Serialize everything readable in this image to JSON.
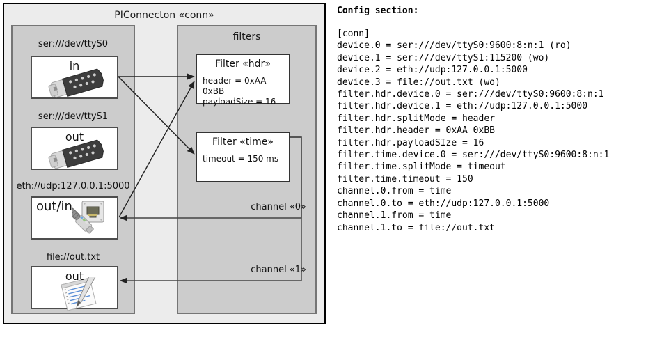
{
  "diagram": {
    "outer": {
      "title": "PIConnecton «conn»"
    },
    "devices_panel": {
      "title": "",
      "items": [
        {
          "label": "ser:///dev/ttyS0",
          "io": "in",
          "icon": "serial-port-icon"
        },
        {
          "label": "ser:///dev/ttyS1",
          "io": "out",
          "icon": "serial-port-icon"
        },
        {
          "label": "eth://udp:127.0.0.1:5000",
          "io": "out/in",
          "icon": "ethernet-jack-icon"
        },
        {
          "label": "file://out.txt",
          "io": "out",
          "icon": "text-file-icon"
        }
      ]
    },
    "filters_panel": {
      "title": "filters",
      "items": [
        {
          "title": "Filter «hdr»",
          "props": [
            "header = 0xAA 0xBB",
            "payloadSize = 16"
          ]
        },
        {
          "title": "Filter «time»",
          "props": [
            "timeout = 150 ms"
          ]
        }
      ]
    },
    "channels": [
      {
        "label": "channel «0»"
      },
      {
        "label": "channel «1»"
      }
    ]
  },
  "config": {
    "heading": "Config section:",
    "text": "[conn]\ndevice.0 = ser:///dev/ttyS0:9600:8:n:1 (ro)\ndevice.1 = ser:///dev/ttyS1:115200 (wo)\ndevice.2 = eth://udp:127.0.0.1:5000\ndevice.3 = file://out.txt (wo)\nfilter.hdr.device.0 = ser:///dev/ttyS0:9600:8:n:1\nfilter.hdr.device.1 = eth://udp:127.0.0.1:5000\nfilter.hdr.splitMode = header\nfilter.hdr.header = 0xAA 0xBB\nfilter.hdr.payloadSIze = 16\nfilter.time.device.0 = ser:///dev/ttyS0:9600:8:n:1\nfilter.time.splitMode = timeout\nfilter.time.timeout = 150\nchannel.0.from = time\nchannel.0.to = eth://udp:127.0.0.1:5000\nchannel.1.from = time\nchannel.1.to = file://out.txt"
  },
  "colors": {
    "page_bg": "#ffffff",
    "outer_bg": "#ececec",
    "panel_bg": "#cccccc",
    "panel_border": "#757575",
    "box_bg": "#ffffff",
    "edge": "#222222"
  }
}
